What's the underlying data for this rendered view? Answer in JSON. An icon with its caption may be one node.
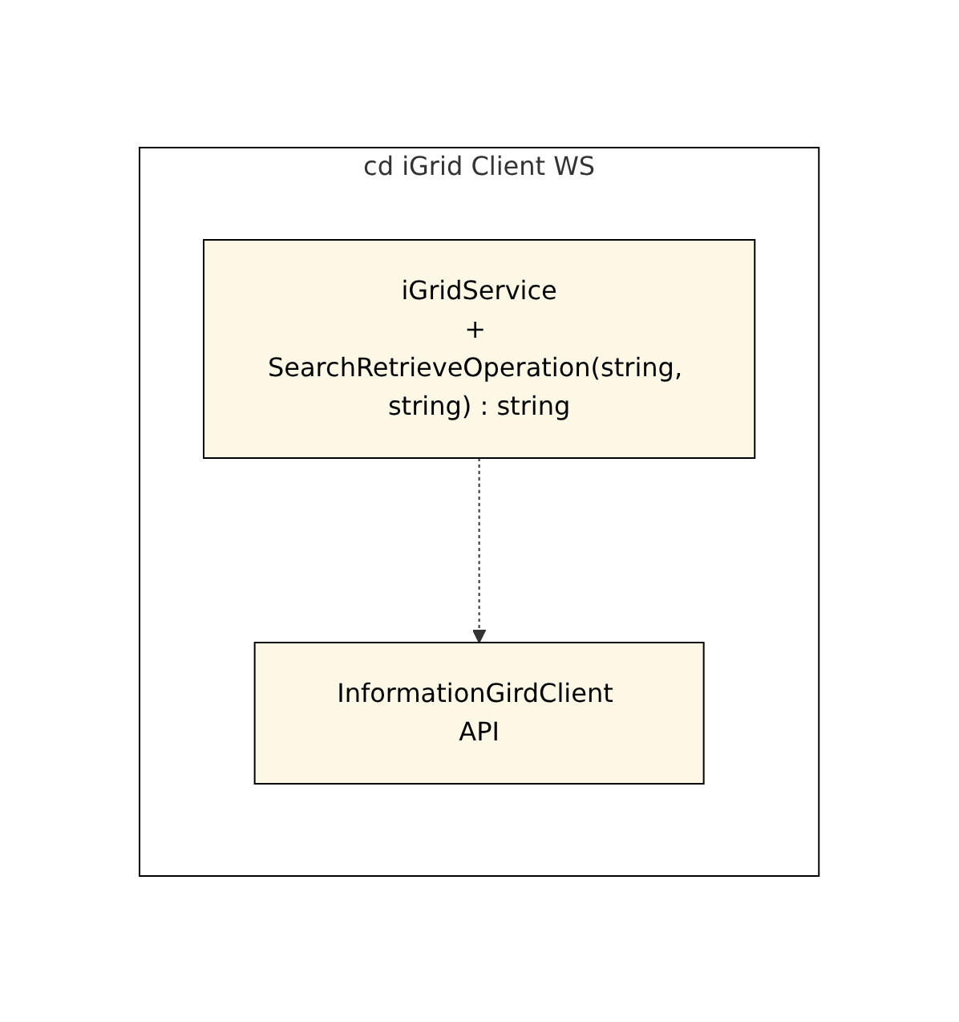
{
  "diagram": {
    "nodes": [
      {
        "text": [
          "cd iGrid Client WS"
        ]
      },
      {
        "text": [
          "InformationGirdClient API"
        ],
        "in": 0
      },
      {
        "text": [
          "iGridService",
          "+ SearchRetrieveOperation(string, string) : string"
        ],
        "in": 0
      }
    ],
    "edges": [
      {
        "from": 2,
        "to": 1,
        "arrow": "to",
        "style": "dashed"
      }
    ]
  }
}
